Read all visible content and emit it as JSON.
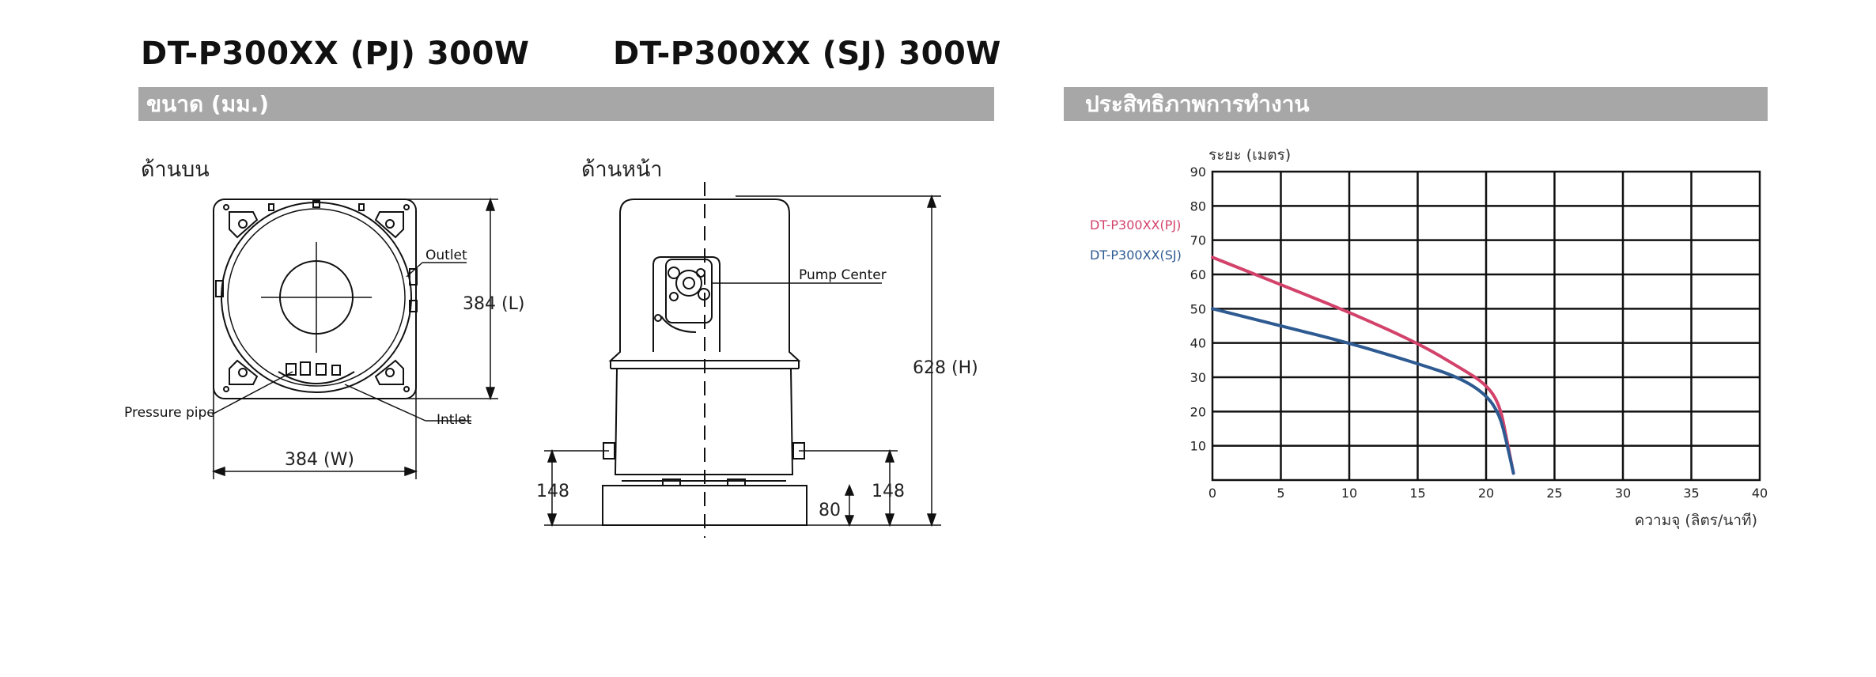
{
  "titles": {
    "model_pj": "DT-P300XX (PJ) 300W",
    "model_sj": "DT-P300XX (SJ) 300W"
  },
  "banners": {
    "dimensions": "ขนาด (มม.)",
    "performance": "ประสิทธิภาพการทำงาน"
  },
  "views": {
    "top_label": "ด้านบน",
    "front_label": "ด้านหน้า"
  },
  "top_view": {
    "outlet": "Outlet",
    "pressure_pipe": "Pressure pipe",
    "inlet": "Intlet",
    "length": "384 (L)",
    "width": "384 (W)"
  },
  "front_view": {
    "pump_center": "Pump Center",
    "height": "628 (H)",
    "dim_148_left": "148",
    "dim_148_right": "148",
    "dim_80": "80"
  },
  "colors": {
    "banner": "#a7a7a7",
    "series_pj": "#d2426a",
    "series_sj": "#2e5a92"
  },
  "chart_data": {
    "type": "line",
    "ylabel": "ระยะ (เมตร)",
    "xlabel": "ความจุ (ลิตร/นาที)",
    "xlim": [
      0,
      40
    ],
    "ylim": [
      0,
      90
    ],
    "x_ticks": [
      "0",
      "5",
      "10",
      "15",
      "20",
      "25",
      "30",
      "35",
      "40"
    ],
    "y_ticks": [
      "10",
      "20",
      "30",
      "40",
      "50",
      "60",
      "70",
      "80",
      "90"
    ],
    "grid": true,
    "legend_position": "left",
    "series": [
      {
        "name": "DT-P300XX(PJ)",
        "color": "#d2426a",
        "x": [
          0,
          5,
          10,
          15,
          18,
          20,
          21,
          21.5,
          22
        ],
        "y": [
          65,
          57,
          49,
          40,
          33,
          28,
          22,
          12,
          2
        ]
      },
      {
        "name": "DT-P300XX(SJ)",
        "color": "#2e5a92",
        "x": [
          0,
          5,
          10,
          15,
          18,
          20,
          21,
          21.5,
          22
        ],
        "y": [
          50,
          45,
          40,
          34,
          30,
          25,
          19,
          11,
          2
        ]
      }
    ]
  }
}
